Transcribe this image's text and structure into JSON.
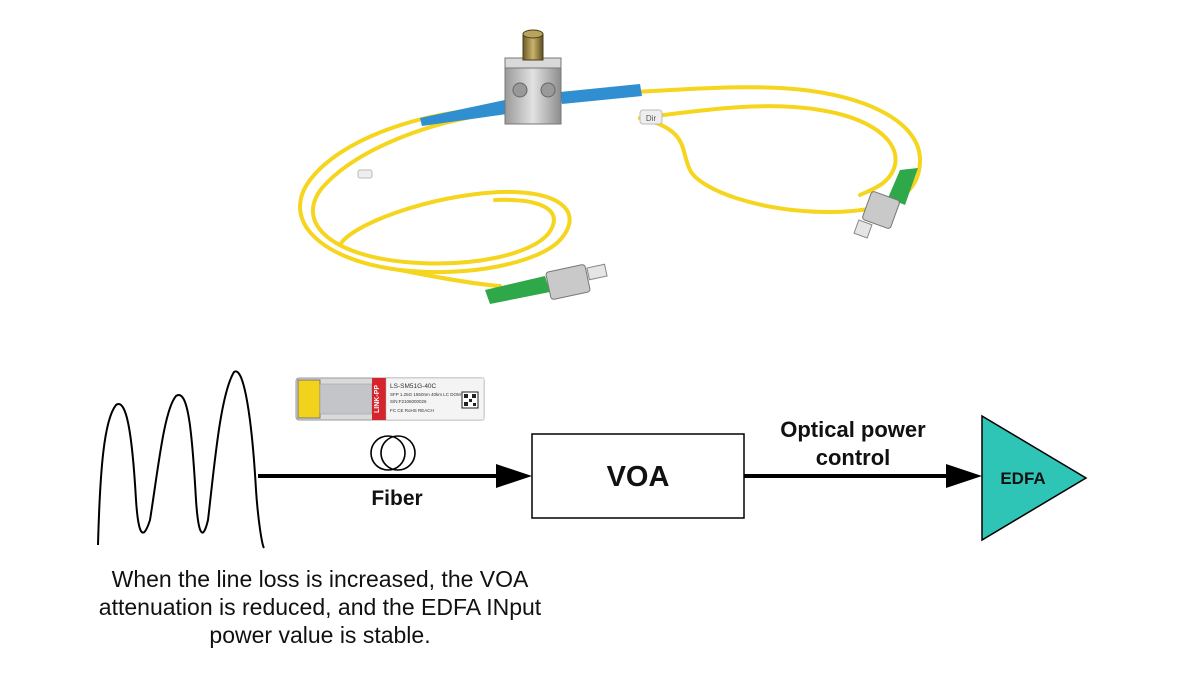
{
  "photo": {
    "attenuator_tag": "Dir",
    "colors": {
      "fiber": "#f5d51e",
      "boot_blue": "#2f8fd0",
      "boot_green": "#2fa84a",
      "metal": "#c7c7c7"
    }
  },
  "transceiver": {
    "brand": "LINK-PP",
    "model": "LS-SM51G-40C",
    "spec": "SFP 1.25G 1550nm 40km LC DOM",
    "serial": "S/N:F2106000026",
    "marks": "FC  CE  RoHS  REACH"
  },
  "diagram": {
    "fiber_label": "Fiber",
    "voa_label": "VOA",
    "power_label_line1": "Optical power",
    "power_label_line2": "control",
    "edfa_label": "EDFA",
    "colors": {
      "edfa_fill": "#2ec4b6",
      "line": "#000000"
    }
  },
  "caption": {
    "line1": "When the line loss is increased, the VOA",
    "line2": "attenuation is reduced, and the  EDFA INput",
    "line3": "power value is stable."
  }
}
